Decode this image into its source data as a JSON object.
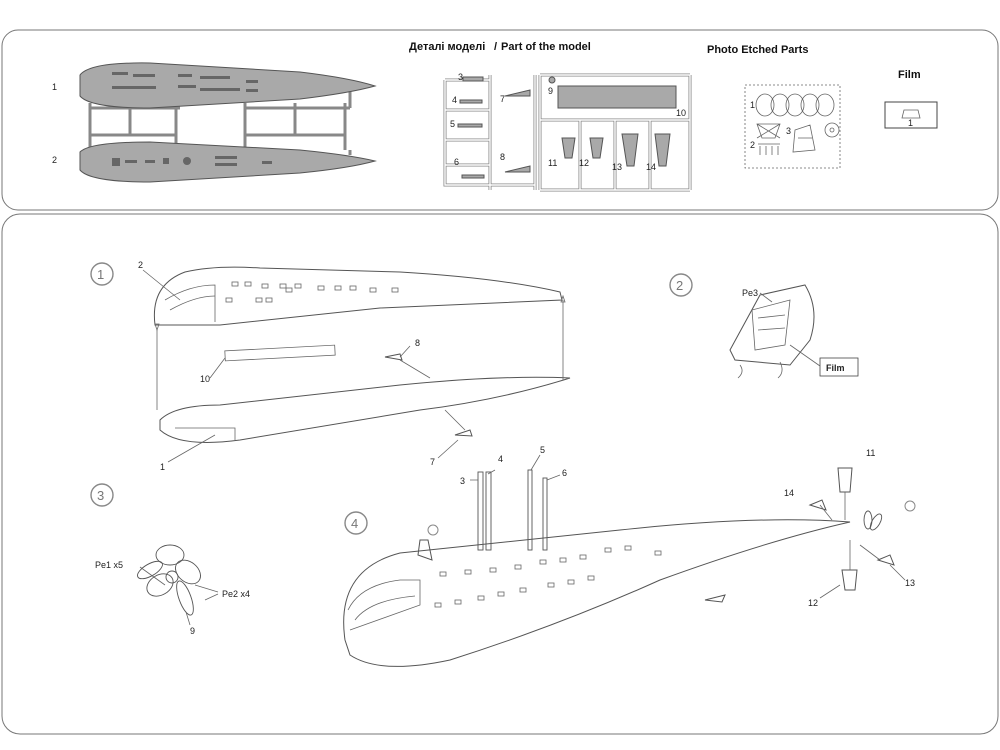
{
  "header": {
    "model_title_ua": "Деталі моделі",
    "model_title_sep": "/",
    "model_title_en": "Part of the model",
    "pe_title": "Photo Etched Parts",
    "film_title": "Film"
  },
  "sprue_hull": {
    "labels": [
      "1",
      "2"
    ]
  },
  "sprue_parts": {
    "labels": [
      "3",
      "4",
      "5",
      "6",
      "7",
      "8",
      "9",
      "10",
      "11",
      "12",
      "13",
      "14"
    ]
  },
  "pe_sheet": {
    "labels": [
      "1",
      "2",
      "3"
    ]
  },
  "film_part": {
    "label": "1"
  },
  "steps": {
    "step1": {
      "number": "1",
      "callouts": [
        "2",
        "8",
        "10",
        "1",
        "7"
      ]
    },
    "step2": {
      "number": "2",
      "callouts": [
        "Pe3",
        "Film"
      ]
    },
    "step3": {
      "number": "3",
      "callouts": [
        "Pe1 x5",
        "Pe2 x4",
        "9"
      ]
    },
    "step4": {
      "number": "4",
      "callouts": [
        "3",
        "4",
        "5",
        "6",
        "11",
        "14",
        "12",
        "13"
      ]
    }
  }
}
